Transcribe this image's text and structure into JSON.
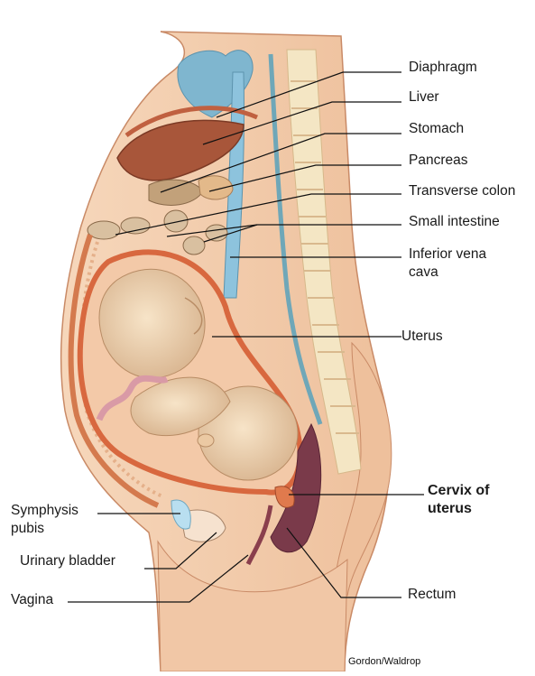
{
  "labels": {
    "diaphragm": "Diaphragm",
    "liver": "Liver",
    "stomach": "Stomach",
    "pancreas": "Pancreas",
    "transverse_colon": "Transverse colon",
    "small_intestine": "Small intestine",
    "ivc_line1": "Inferior vena",
    "ivc_line2": "cava",
    "uterus": "Uterus",
    "cervix_line1": "Cervix of",
    "cervix_line2": "uterus",
    "symphysis_line1": "Symphysis",
    "symphysis_line2": "pubis",
    "urinary_bladder": "Urinary bladder",
    "vagina": "Vagina",
    "rectum": "Rectum"
  },
  "credit": "Gordon/Waldrop",
  "colors": {
    "skin": "#f3d2b4",
    "skin_shadow": "#e2a987",
    "muscle": "#e58a5c",
    "liver": "#a8563a",
    "uterus_wall": "#d8683f",
    "fetus": "#f2d9b8",
    "spine": "#f4e6c4",
    "vessel": "#7db9d6",
    "rectum": "#7a3a4a"
  }
}
